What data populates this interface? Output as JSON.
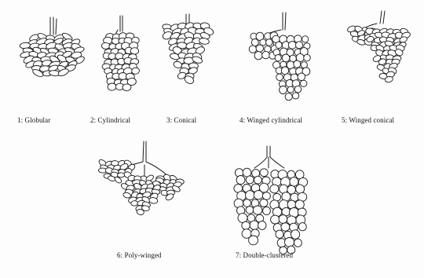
{
  "colors": {
    "ink": "#1a1a1a",
    "paper": "#fdfdfd"
  },
  "figure": {
    "panels": [
      {
        "key": "globular",
        "caption": "1: Globular"
      },
      {
        "key": "cylindrical",
        "caption": "2: Cylindrical"
      },
      {
        "key": "conical",
        "caption": "3: Conical"
      },
      {
        "key": "winged-cylindrical",
        "caption": "4: Winged cylindrical"
      },
      {
        "key": "winged-conical",
        "caption": "5: Winged conical"
      },
      {
        "key": "poly-winged",
        "caption": "6: Poly-winged"
      },
      {
        "key": "double-clustered",
        "caption": "7: Double-clustered"
      }
    ]
  }
}
